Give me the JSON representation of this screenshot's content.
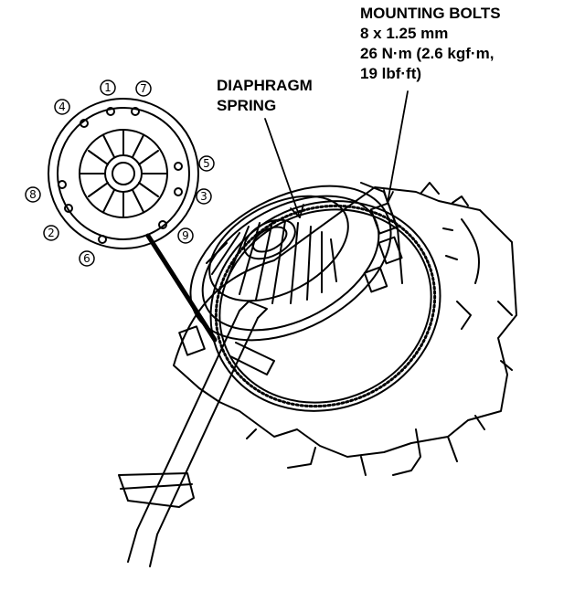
{
  "callouts": {
    "mounting_bolts": {
      "title": "MOUNTING BOLTS",
      "size": "8 x 1.25 mm",
      "torque_metric": "26 N·m (2.6 kgf·m,",
      "torque_imperial": "19 lbf·ft)"
    },
    "diaphragm_spring": {
      "line1": "DIAPHRAGM",
      "line2": "SPRING"
    }
  },
  "tightening_sequence": {
    "positions": [
      "1",
      "7",
      "5",
      "3",
      "9",
      "6",
      "2",
      "8",
      "4"
    ]
  },
  "icons": {
    "pressure_plate": "pressure-plate-icon",
    "flywheel": "flywheel-icon",
    "torque_wrench": "torque-wrench-icon"
  }
}
